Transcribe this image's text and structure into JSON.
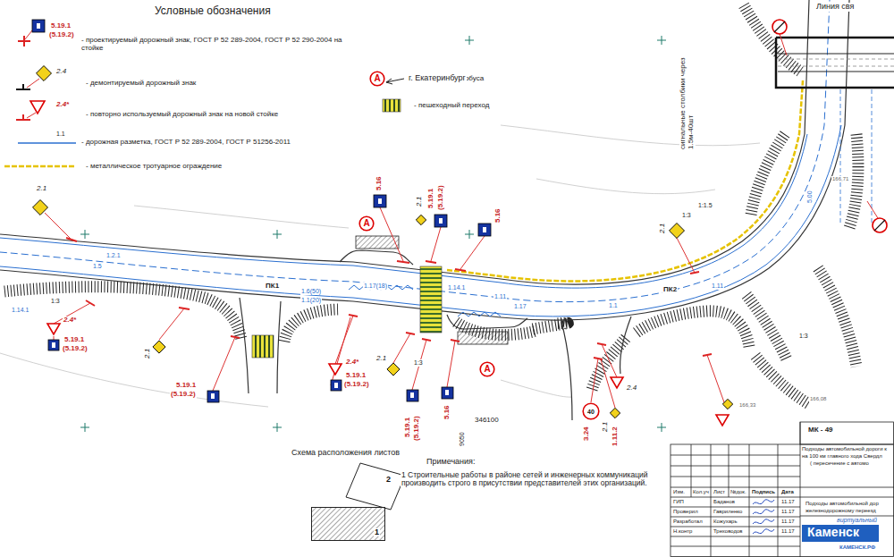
{
  "diagram": {
    "nodes": [
      {
        "text": [
          "А"
        ]
      },
      {
        "text": [
          "А"
        ]
      },
      {
        "text": [
          "А"
        ]
      },
      {
        "text": [
          "40"
        ]
      },
      {
        "text": [
          "2"
        ]
      },
      {
        "text": [
          "1"
        ]
      }
    ],
    "labels": [
      "Условные обозначения",
      "5.19.1",
      "(5.19.2)",
      "2.4",
      "2.4*",
      "1.1",
      "г. Екатеринбург",
      "Линия свя",
      "сигнальные столбики через 1.5м-40шт",
      "ПК1",
      "ПК2",
      "346100",
      "9050",
      "1:3",
      "1:3",
      "1:3",
      "1:3",
      "1:1.5",
      "1.2.1",
      "1.5",
      "1.14.1",
      "1.6(50)",
      "1.1(20)",
      "1.17(18)",
      "1.14.1",
      "1.11",
      "1.17",
      "1.1",
      "1.11",
      "5.00",
      "2.1",
      "5.16",
      "2.1",
      "5.19.1",
      "(5.19.2)",
      "5.16",
      "2.1",
      "2.4*",
      "5.19.1",
      "(5.19.2)",
      "2.1",
      "5.19.1",
      "(5.19.2)",
      "2.4*",
      "5.19.1",
      "(5.19.2)",
      "2.1",
      "5.19.1",
      "(5.19.2)",
      "5.16",
      "2.4",
      "3.24",
      "2.1",
      "1.11.2",
      "166,71",
      "166,33",
      "166,08",
      "Схема расположения листов",
      "Примечания:",
      "1 Строительные работы в районе сетей и инженерных коммуникаций производить строго в присутствии представителей этих организаций.",
      "МК - 49",
      "Подходы автомобильной дороги к",
      "на 100 км главного хода Свердл",
      "( пересечение с автомо",
      "Изм.",
      "Кол.уч",
      "Лист",
      "№док.",
      "Подпись",
      "Дата",
      "ГИП",
      "Баданов",
      "11.17",
      "Проверил",
      "Гавриленко",
      "11.17",
      "Разработал",
      "Кожухарь",
      "11.17",
      "Н.контр",
      "Треховодов",
      "11.17",
      "Подходы автомобильной дор",
      "железнодорожному переезд",
      "виртуальный",
      "Каменск",
      "КАМЕНСК.РФ"
    ],
    "legend": [
      {
        "text": "- проектируемый дорожный знак, ГОСТ Р 52 289-2004, ГОСТ Р 52 290-2004 на стойке"
      },
      {
        "text": "- демонтируемый дорожный знак"
      },
      {
        "text": "- повторно используемый дорожный знак на новой стойке"
      },
      {
        "text": "- дорожная разметка, ГОСТ Р 52 289-2004, ГОСТ Р 51256-2011"
      },
      {
        "text": "- металлическое тротуарное ограждение"
      },
      {
        "text": "- остановка автобуса"
      },
      {
        "text": "- пешеходный переход"
      }
    ]
  }
}
